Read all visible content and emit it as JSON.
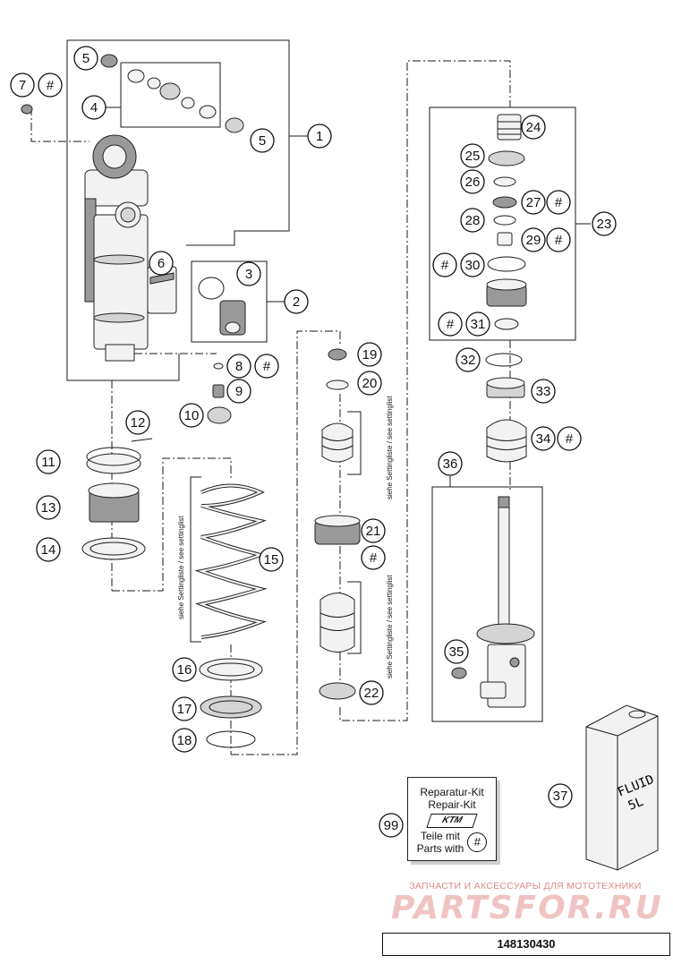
{
  "callouts": {
    "c1": "1",
    "c2": "2",
    "c3": "3",
    "c4": "4",
    "c5a": "5",
    "c5b": "5",
    "c6": "6",
    "c7": "7",
    "c8": "8",
    "c9": "9",
    "c10": "10",
    "c11": "11",
    "c12": "12",
    "c13": "13",
    "c14": "14",
    "c15": "15",
    "c16": "16",
    "c17": "17",
    "c18": "18",
    "c19": "19",
    "c20": "20",
    "c21": "21",
    "c22": "22",
    "c23": "23",
    "c24": "24",
    "c25": "25",
    "c26": "26",
    "c27": "27",
    "c28": "28",
    "c29": "29",
    "c30": "30",
    "c31": "31",
    "c32": "32",
    "c33": "33",
    "c34": "34",
    "c35": "35",
    "c36": "36",
    "c37": "37",
    "c99": "99"
  },
  "hash_symbol": "#",
  "setting_note": "siehe Settingliste / see settinglist",
  "fluid_can": {
    "line1": "FLUID",
    "line2": "5L"
  },
  "kit": {
    "line1": "Reparatur-Kit",
    "line2": "Repair-Kit",
    "logo": "KTM",
    "line3": "Teile mit",
    "line4": "Parts with"
  },
  "watermark": {
    "subtitle": "ЗАПЧАСТИ И АКСЕССУАРЫ ДЛЯ МОТОТЕХНИКИ",
    "brand": "PARTSFOR.RU"
  },
  "document_number": "148130430"
}
